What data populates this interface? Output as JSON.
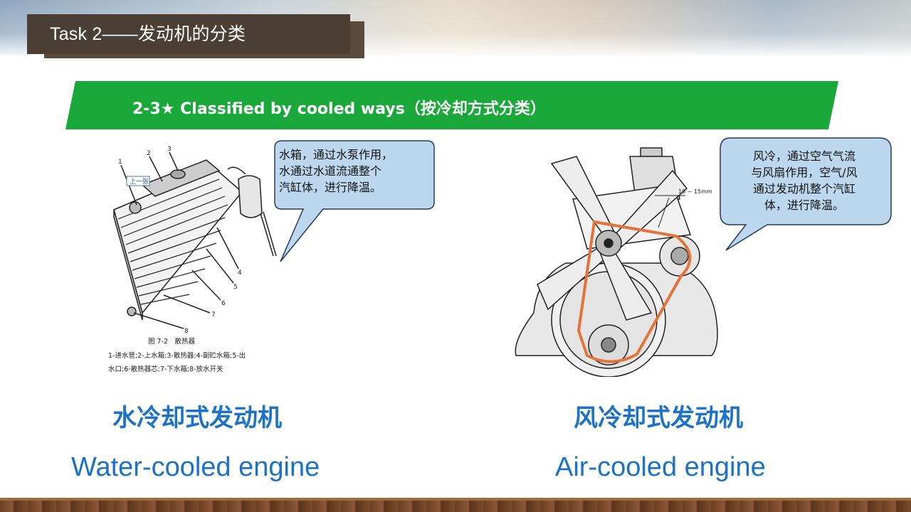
{
  "header": {
    "task_en": "Task 2——",
    "task_cn": "发动机的分类"
  },
  "banner": {
    "text": "2-3★ Classified by cooled ways（按冷却方式分类）",
    "color": "#1aa83a"
  },
  "left_figure": {
    "callouts": [
      "1",
      "2",
      "3",
      "4",
      "5",
      "6",
      "7",
      "8"
    ],
    "tag": "上一张",
    "caption_title": "图 7-2　散热器",
    "caption_line1": "1-进水管;2-上水箱;3-散热器;4-副贮水箱;5-出",
    "caption_line2": "水口;6-散热器芯;7-下水箱;8-放水开关"
  },
  "right_figure": {
    "dimension": "10 ~ 15mm"
  },
  "bubble_left": {
    "lines": [
      "水箱，通过水泵作用，",
      "水通过水道流通整个",
      "汽缸体，进行降温。"
    ]
  },
  "bubble_right": {
    "lines": [
      "风冷，通过空气气流",
      "与风扇作用，空气/风",
      "通过发动机整个汽缸",
      "体，进行降温。"
    ]
  },
  "captions": {
    "left_cn": "水冷却式发动机",
    "left_en": "Water-cooled engine",
    "right_cn": "风冷却式发动机",
    "right_en": "Air-cooled engine",
    "color": "#1b72c8"
  }
}
